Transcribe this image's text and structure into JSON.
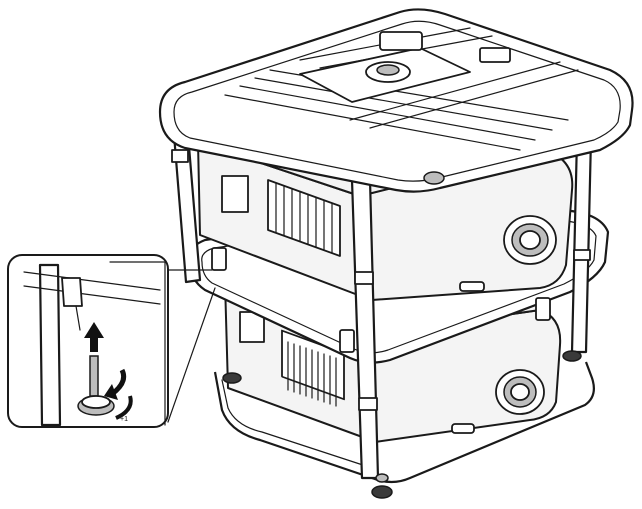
{
  "figure": {
    "subject": "stacked-projector-frame",
    "callout": "adjustable-foot",
    "icons": [
      "arrow-up-icon",
      "rotate-arrow-icon"
    ],
    "inset_fraction_mark": "+1"
  }
}
